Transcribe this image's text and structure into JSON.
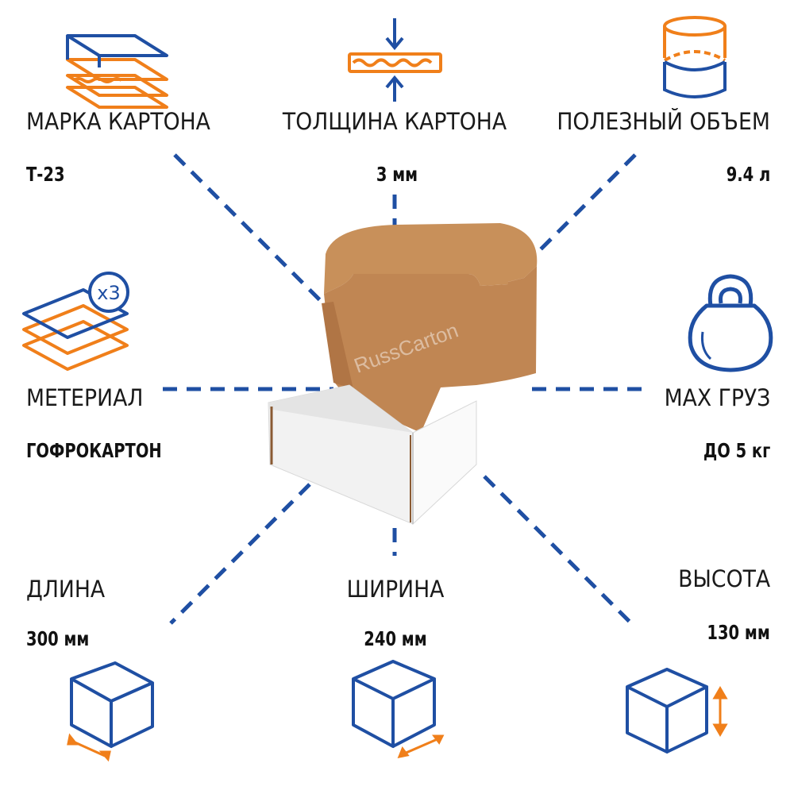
{
  "colors": {
    "blue": "#1f4fa3",
    "orange": "#f07f1a",
    "kraft": "#c8905a",
    "white_box": "#f4f4f4"
  },
  "features": {
    "grade": {
      "label": "МАРКА КАРТОНА",
      "value": "Т-23",
      "icon": "layered-cardboard-icon"
    },
    "thickness": {
      "label": "ТОЛЩИНА КАРТОНА",
      "value": "3 мм",
      "icon": "thickness-icon"
    },
    "volume": {
      "label": "ПОЛЕЗНЫЙ ОБЪЕМ",
      "value": "9.4 л",
      "icon": "cylinder-volume-icon"
    },
    "material": {
      "label": "МЕТЕРИАЛ",
      "value": "ГОФРОКАРТОН",
      "icon": "sheets-x3-icon",
      "badge": "x3"
    },
    "load": {
      "label": "MAX ГРУЗ",
      "value": "ДО 5 кг",
      "icon": "kettlebell-icon"
    },
    "length": {
      "label": "ДЛИНА",
      "value": "300 мм",
      "icon": "cube-length-icon"
    },
    "width": {
      "label": "ШИРИНА",
      "value": "240 мм",
      "icon": "cube-width-icon"
    },
    "height": {
      "label": "ВЫСОТА",
      "value": "130 мм",
      "icon": "cube-height-icon"
    }
  },
  "product": {
    "watermark": "RussCarton"
  }
}
